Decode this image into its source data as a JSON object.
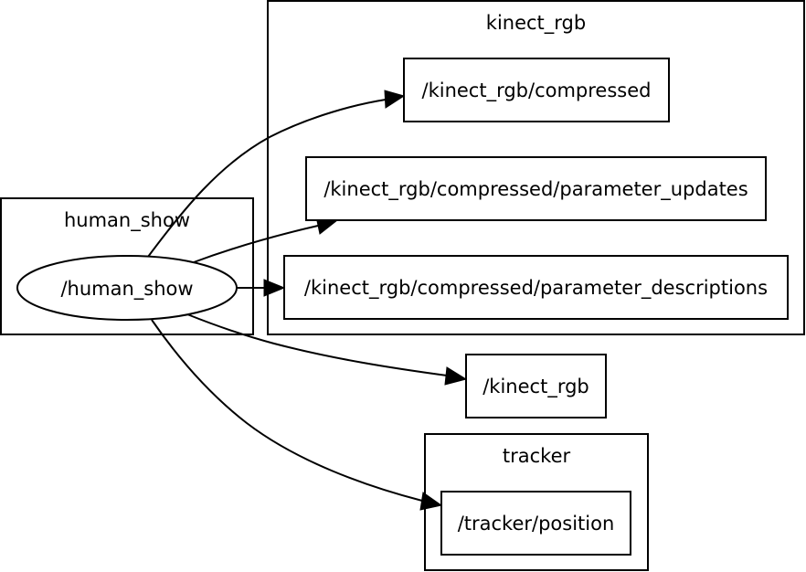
{
  "clusters": {
    "kinect_rgb": {
      "label": "kinect_rgb"
    },
    "human_show": {
      "label": "human_show"
    },
    "tracker": {
      "label": "tracker"
    }
  },
  "nodes": {
    "human_show_node": {
      "label": "/human_show",
      "shape": "ellipse"
    },
    "kinect_rgb_compressed": {
      "label": "/kinect_rgb/compressed",
      "shape": "box"
    },
    "kinect_rgb_compressed_parameter_updates": {
      "label": "/kinect_rgb/compressed/parameter_updates",
      "shape": "box"
    },
    "kinect_rgb_compressed_parameter_descriptions": {
      "label": "/kinect_rgb/compressed/parameter_descriptions",
      "shape": "box"
    },
    "kinect_rgb_topic": {
      "label": "/kinect_rgb",
      "shape": "box"
    },
    "tracker_position": {
      "label": "/tracker/position",
      "shape": "box"
    }
  },
  "edges": [
    {
      "from": "/human_show",
      "to": "/kinect_rgb/compressed"
    },
    {
      "from": "/human_show",
      "to": "/kinect_rgb/compressed/parameter_updates"
    },
    {
      "from": "/human_show",
      "to": "/kinect_rgb/compressed/parameter_descriptions"
    },
    {
      "from": "/human_show",
      "to": "/kinect_rgb"
    },
    {
      "from": "/human_show",
      "to": "/tracker/position"
    }
  ],
  "colors": {
    "stroke": "#000000",
    "background": "#ffffff"
  }
}
